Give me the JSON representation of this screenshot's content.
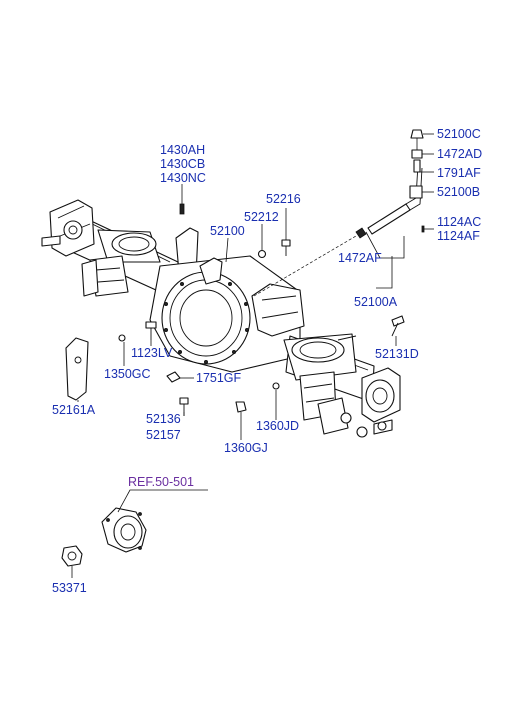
{
  "diagram": {
    "ref_label": "REF.50-501",
    "colors": {
      "part_label": "#1a2fb0",
      "ref_label": "#6a2fa0",
      "line": "#111111"
    },
    "labels": {
      "l_52100C": "52100C",
      "l_1472AD": "1472AD",
      "l_1791AF": "1791AF",
      "l_52100B": "52100B",
      "l_1124AC": "1124AC",
      "l_1124AF": "1124AF",
      "l_1430AH": "1430AH",
      "l_1430CB": "1430CB",
      "l_1430NC": "1430NC",
      "l_52216": "52216",
      "l_52212": "52212",
      "l_52100": "52100",
      "l_1472AF": "1472AF",
      "l_52100A": "52100A",
      "l_52131D": "52131D",
      "l_1123LV": "1123LV",
      "l_1350GC": "1350GC",
      "l_1751GF": "1751GF",
      "l_52161A": "52161A",
      "l_52136": "52136",
      "l_52157": "52157",
      "l_1360JD": "1360JD",
      "l_1360GJ": "1360GJ",
      "l_53371": "53371"
    }
  }
}
